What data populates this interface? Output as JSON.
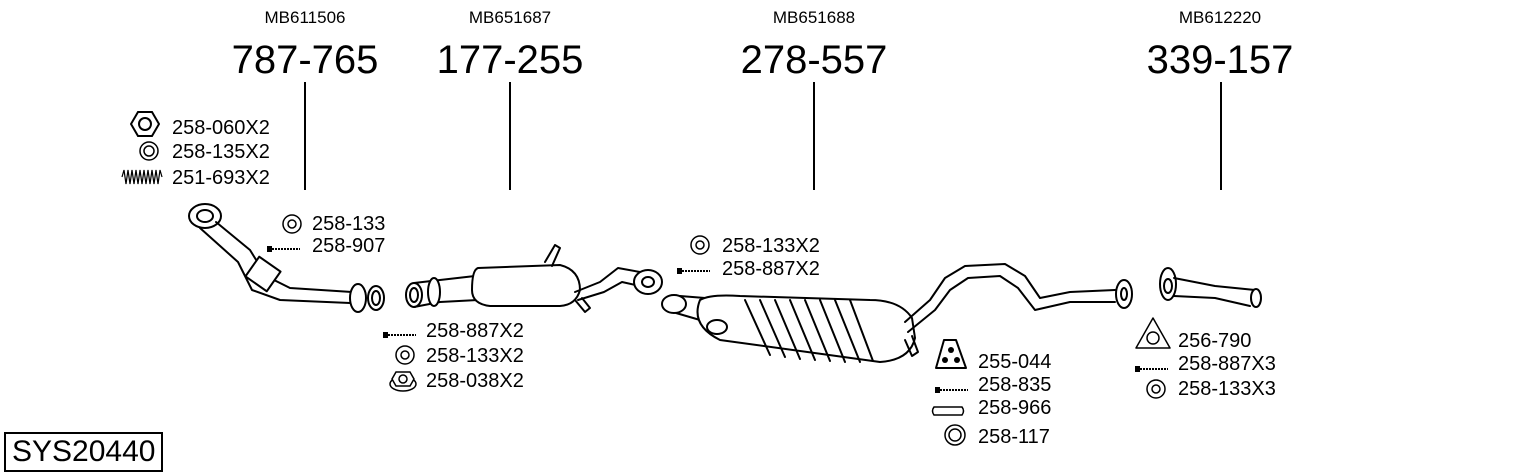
{
  "system_code": "SYS20440",
  "assemblies": [
    {
      "oem": "MB611506",
      "part": "787-765"
    },
    {
      "oem": "MB651687",
      "part": "177-255"
    },
    {
      "oem": "MB651688",
      "part": "278-557"
    },
    {
      "oem": "MB612220",
      "part": "339-157"
    }
  ],
  "fittings": {
    "g1": [
      "258-060X2",
      "258-135X2",
      "251-693X2"
    ],
    "g2": [
      "258-133",
      "258-907"
    ],
    "g3": [
      "258-887X2",
      "258-133X2",
      "258-038X2"
    ],
    "g4": [
      "258-133X2",
      "258-887X2"
    ],
    "g5": [
      "255-044",
      "258-835",
      "258-966",
      "258-117"
    ],
    "g6": [
      "256-790",
      "258-887X3",
      "258-133X3"
    ]
  },
  "icons": {
    "hex_nut": "hex-nut-icon",
    "washer": "washer-ring-icon",
    "spring": "coil-spring-icon",
    "bolt": "bolt-icon",
    "rubber_hanger": "rubber-hanger-icon",
    "sleeve": "sleeve-icon",
    "gasket": "gasket-icon",
    "flange_nut": "flange-nut-icon"
  }
}
